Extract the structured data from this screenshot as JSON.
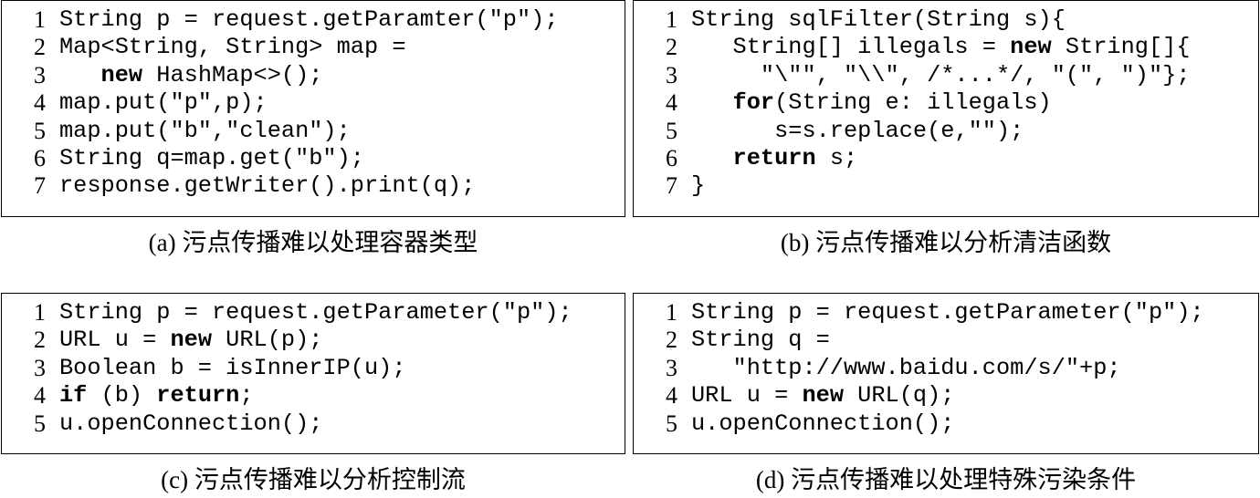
{
  "panels": [
    {
      "id": "a",
      "caption": "(a) 污点传播难以处理容器类型",
      "lines": [
        {
          "num": "1",
          "segments": [
            {
              "text": "String p = request.getParamter(\"p\");"
            }
          ]
        },
        {
          "num": "2",
          "segments": [
            {
              "text": "Map<String, String> map ="
            }
          ]
        },
        {
          "num": "3",
          "segments": [
            {
              "text": "   "
            },
            {
              "text": "new",
              "bold": true
            },
            {
              "text": " HashMap<>();"
            }
          ]
        },
        {
          "num": "4",
          "segments": [
            {
              "text": "map.put(\"p\",p);"
            }
          ]
        },
        {
          "num": "5",
          "segments": [
            {
              "text": "map.put(\"b\",\"clean\");"
            }
          ]
        },
        {
          "num": "6",
          "segments": [
            {
              "text": "String q=map.get(\"b\");"
            }
          ]
        },
        {
          "num": "7",
          "segments": [
            {
              "text": "response.getWriter().print(q);"
            }
          ]
        }
      ]
    },
    {
      "id": "b",
      "caption": "(b) 污点传播难以分析清洁函数",
      "lines": [
        {
          "num": "1",
          "segments": [
            {
              "text": "String sqlFilter(String s){"
            }
          ]
        },
        {
          "num": "2",
          "segments": [
            {
              "text": "   String[] illegals = "
            },
            {
              "text": "new",
              "bold": true
            },
            {
              "text": " String[]{"
            }
          ]
        },
        {
          "num": "3",
          "segments": [
            {
              "text": "     \"\\\"\", \"\\\\\", /*...*/, \"(\", \")\"};"
            }
          ]
        },
        {
          "num": "4",
          "segments": [
            {
              "text": "   "
            },
            {
              "text": "for",
              "bold": true
            },
            {
              "text": "(String e: illegals)"
            }
          ]
        },
        {
          "num": "5",
          "segments": [
            {
              "text": "      s=s.replace(e,\"\");"
            }
          ]
        },
        {
          "num": "6",
          "segments": [
            {
              "text": "   "
            },
            {
              "text": "return",
              "bold": true
            },
            {
              "text": " s;"
            }
          ]
        },
        {
          "num": "7",
          "segments": [
            {
              "text": "}"
            }
          ]
        }
      ]
    },
    {
      "id": "c",
      "caption": "(c) 污点传播难以分析控制流",
      "lines": [
        {
          "num": "1",
          "segments": [
            {
              "text": "String p = request.getParameter(\"p\");"
            }
          ]
        },
        {
          "num": "2",
          "segments": [
            {
              "text": "URL u = "
            },
            {
              "text": "new",
              "bold": true
            },
            {
              "text": " URL(p);"
            }
          ]
        },
        {
          "num": "3",
          "segments": [
            {
              "text": "Boolean b = isInnerIP(u);"
            }
          ]
        },
        {
          "num": "4",
          "segments": [
            {
              "text": "if",
              "bold": true
            },
            {
              "text": " (b) "
            },
            {
              "text": "return",
              "bold": true
            },
            {
              "text": ";"
            }
          ]
        },
        {
          "num": "5",
          "segments": [
            {
              "text": "u.openConnection();"
            }
          ]
        }
      ]
    },
    {
      "id": "d",
      "caption": "(d) 污点传播难以处理特殊污染条件",
      "lines": [
        {
          "num": "1",
          "segments": [
            {
              "text": "String p = request.getParameter(\"p\");"
            }
          ]
        },
        {
          "num": "2",
          "segments": [
            {
              "text": "String q ="
            }
          ]
        },
        {
          "num": "3",
          "segments": [
            {
              "text": "   \"http://www.baidu.com/s/\"+p;"
            }
          ]
        },
        {
          "num": "4",
          "segments": [
            {
              "text": "URL u = "
            },
            {
              "text": "new",
              "bold": true
            },
            {
              "text": " URL(q);"
            }
          ]
        },
        {
          "num": "5",
          "segments": [
            {
              "text": "u.openConnection();"
            }
          ]
        }
      ]
    }
  ]
}
